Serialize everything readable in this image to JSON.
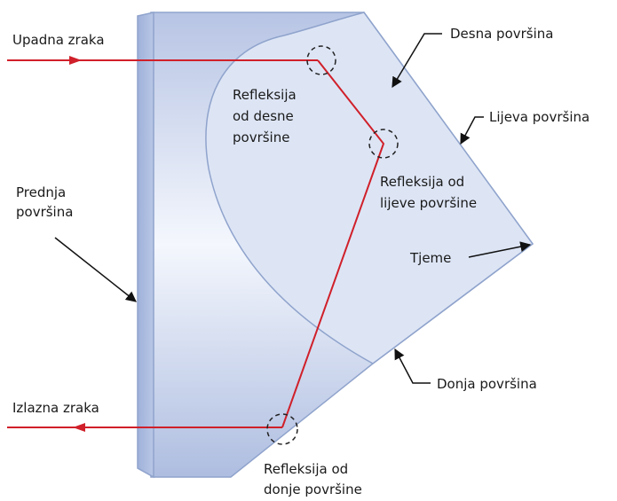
{
  "labels": {
    "incoming_ray": "Upadna zraka",
    "outgoing_ray": "Izlazna zraka",
    "right_surface": "Desna površina",
    "left_surface": "Lijeva površina",
    "front_surface": [
      "Prednja",
      "površina"
    ],
    "apex": "Tjeme",
    "bottom_surface": "Donja površina",
    "reflection_right": [
      "Refleksija",
      "od desne",
      "površine"
    ],
    "reflection_left": [
      "Refleksija od",
      "lijeve površine"
    ],
    "reflection_bottom": [
      "Refleksija od",
      "donje površine"
    ]
  },
  "colors": {
    "ray": "#d0202a",
    "prism_fill": "#dde5f5",
    "prism_edge": "#8fa3cc",
    "front_face": "#a9b9dd",
    "text": "#1a1a1a"
  }
}
